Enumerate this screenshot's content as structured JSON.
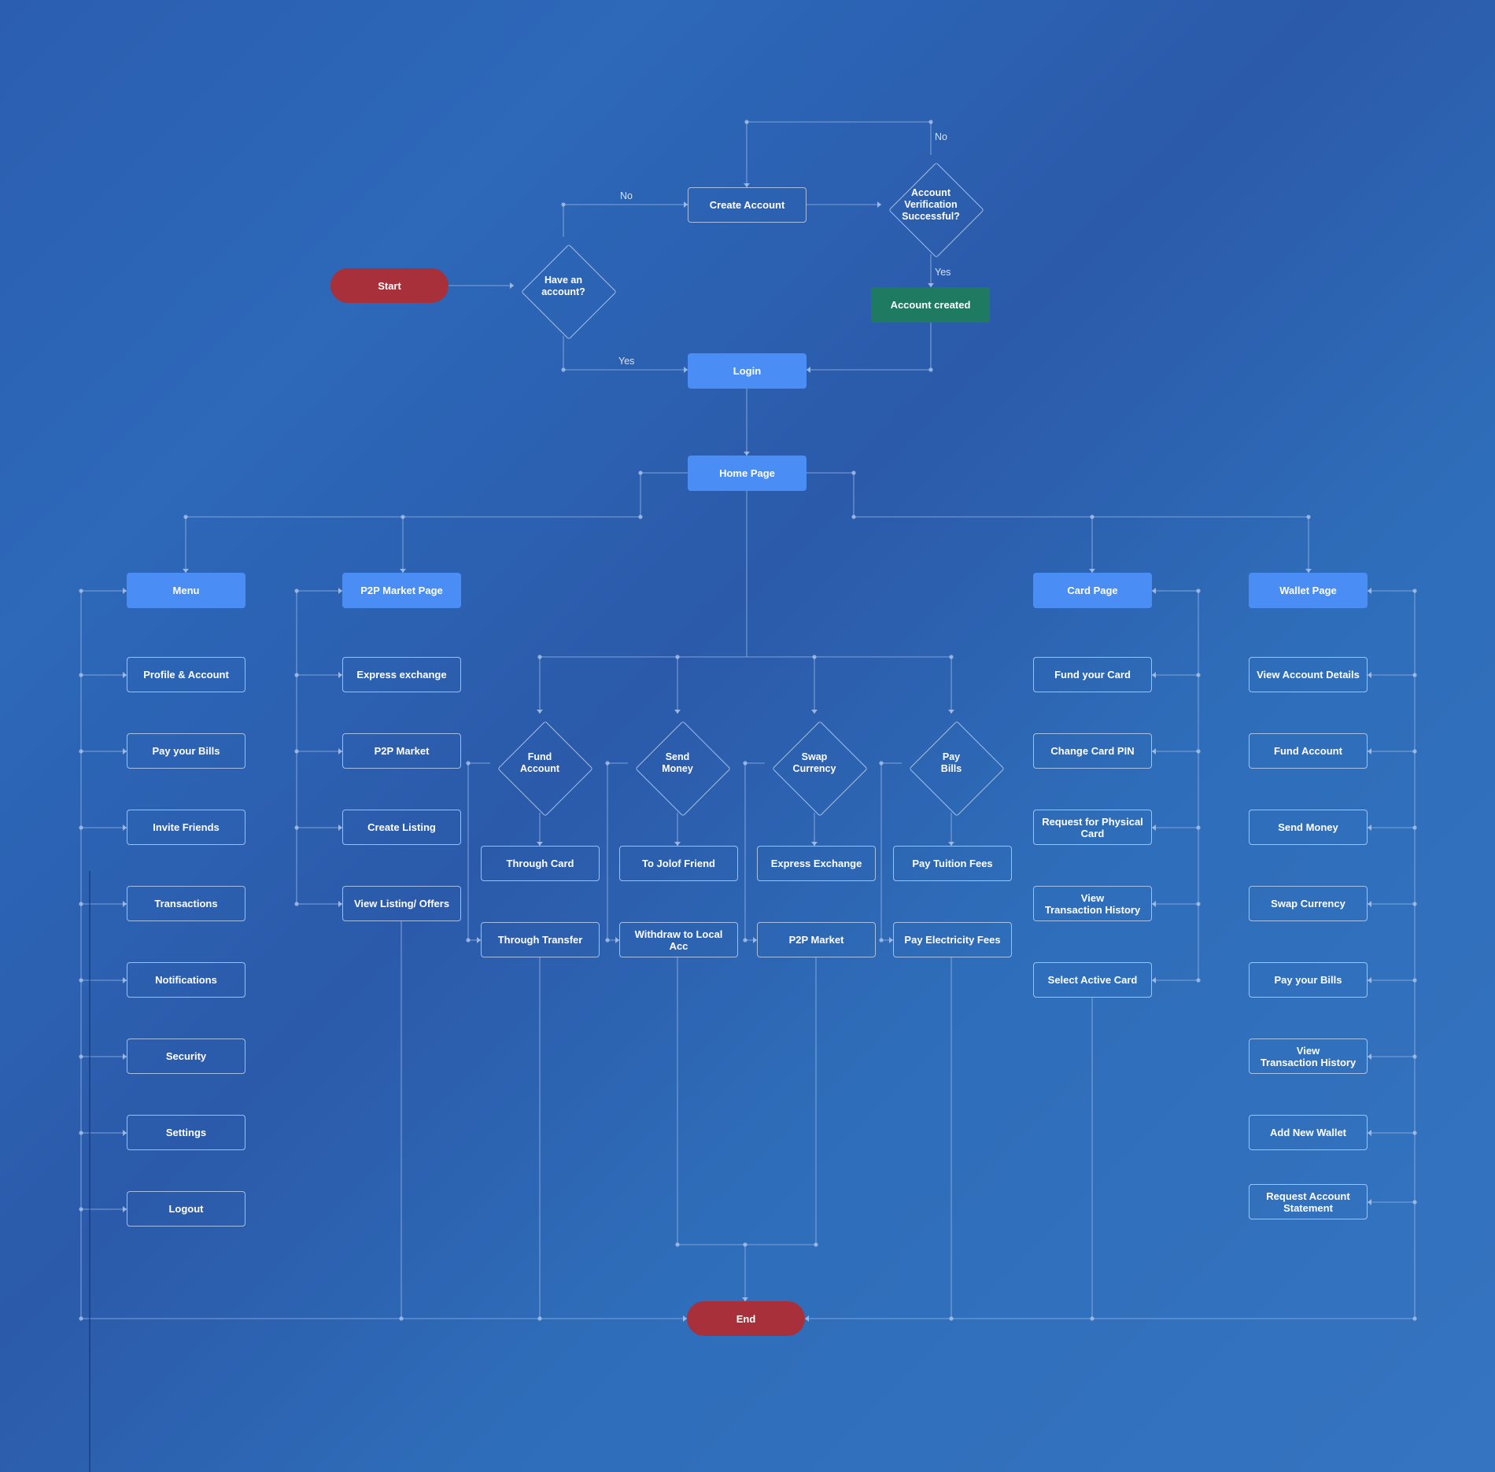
{
  "nodes": {
    "start": "Start",
    "have_account": "Have an\naccount?",
    "create_account": "Create Account",
    "verification": "Account\nVerification\nSuccessful?",
    "account_created": "Account created",
    "login": "Login",
    "home_page": "Home Page",
    "menu": "Menu",
    "p2p_market_page": "P2P Market Page",
    "card_page": "Card Page",
    "wallet_page": "Wallet Page",
    "end": "End"
  },
  "edge_labels": {
    "no_create": "No",
    "yes_login": "Yes",
    "no_verify": "No",
    "yes_created": "Yes"
  },
  "menu_items": [
    "Profile & Account",
    "Pay your Bills",
    "Invite Friends",
    "Transactions",
    "Notifications",
    "Security",
    "Settings",
    "Logout"
  ],
  "p2p_items": [
    "Express exchange",
    "P2P Market",
    "Create Listing",
    "View Listing/ Offers"
  ],
  "card_items": [
    "Fund your Card",
    "Change Card PIN",
    "Request for Physical\nCard",
    "View\nTransaction History",
    "Select Active Card"
  ],
  "wallet_items": [
    "View Account Details",
    "Fund Account",
    "Send Money",
    "Swap Currency",
    "Pay your Bills",
    "View\nTransaction History",
    "Add New Wallet",
    "Request Account\nStatement"
  ],
  "actions": [
    {
      "decision": "Fund\nAccount",
      "options": [
        "Through Card",
        "Through Transfer"
      ]
    },
    {
      "decision": "Send\nMoney",
      "options": [
        "To Jolof Friend",
        "Withdraw to Local\nAcc"
      ]
    },
    {
      "decision": "Swap\nCurrency",
      "options": [
        "Express Exchange",
        "P2P Market"
      ]
    },
    {
      "decision": "Pay\nBills",
      "options": [
        "Pay Tuition Fees",
        "Pay Electricity Fees"
      ]
    }
  ],
  "colors": {
    "primary_node": "#4a8ef5",
    "terminal": "#a7303a",
    "success": "#1e7a60",
    "outline": "#cddef8"
  }
}
